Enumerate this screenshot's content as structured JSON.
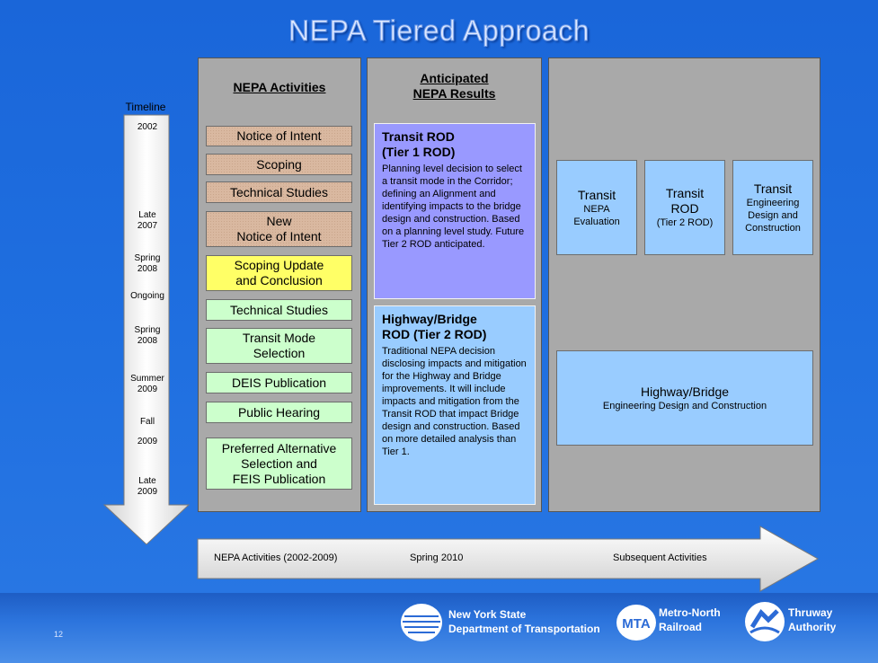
{
  "title": "NEPA Tiered Approach",
  "timeline": {
    "label": "Timeline",
    "marks": [
      "2002",
      "Late\n2007",
      "Spring\n2008",
      "Ongoing",
      "Spring\n2008",
      "Summer\n2009",
      "Fall",
      "2009",
      "Late\n2009"
    ]
  },
  "activities": {
    "header": "NEPA Activities",
    "items": [
      {
        "label": "Notice of Intent"
      },
      {
        "label": "Scoping"
      },
      {
        "label": "Technical Studies"
      },
      {
        "label": "New\nNotice of Intent"
      },
      {
        "label": "Scoping Update\nand Conclusion"
      },
      {
        "label": "Technical Studies"
      },
      {
        "label": "Transit Mode\nSelection"
      },
      {
        "label": "DEIS Publication"
      },
      {
        "label": "Public Hearing"
      },
      {
        "label": "Preferred Alternative\nSelection and\nFEIS Publication"
      }
    ]
  },
  "results": {
    "header_line1": "Anticipated",
    "header_line2": "NEPA Results",
    "transit_rod": {
      "title": "Transit ROD\n(Tier 1 ROD)",
      "body": "Planning level decision to select a transit mode in the Corridor; defining an Alignment and identifying impacts to the bridge design and construction. Based on a planning level study. Future Tier 2 ROD anticipated."
    },
    "highway_rod": {
      "title": "Highway/Bridge\nROD (Tier 2 ROD)",
      "body": "Traditional NEPA decision disclosing impacts and mitigation for the Highway and Bridge improvements. It will include impacts and mitigation from the Transit ROD that impact Bridge design and construction. Based on more detailed analysis than Tier 1."
    }
  },
  "subsequent": {
    "transit_eval": {
      "line1": "Transit",
      "line2": "NEPA\nEvaluation"
    },
    "transit_rod": {
      "line1": "Transit\nROD",
      "line2": "(Tier 2 ROD)"
    },
    "transit_eng": {
      "line1": "Transit",
      "line2": "Engineering\nDesign and\nConstruction"
    },
    "highway": {
      "line1": "Highway/Bridge",
      "line2": "Engineering Design and Construction"
    }
  },
  "bottom_arrow": {
    "left": "NEPA Activities (2002-2009)",
    "middle": "Spring 2010",
    "right": "Subsequent Activities"
  },
  "footer": {
    "page_number": "12",
    "nysdot": "New York State\nDepartment of Transportation",
    "mta": "Metro-North\nRailroad",
    "thruway": "Thruway\nAuthority"
  },
  "colors": {
    "tan": "#d9b8a0",
    "yellow": "#ffff66",
    "green": "#ccffcc",
    "lavender": "#9999ff",
    "sky": "#99ccff",
    "panel": "#a9a9a9"
  }
}
